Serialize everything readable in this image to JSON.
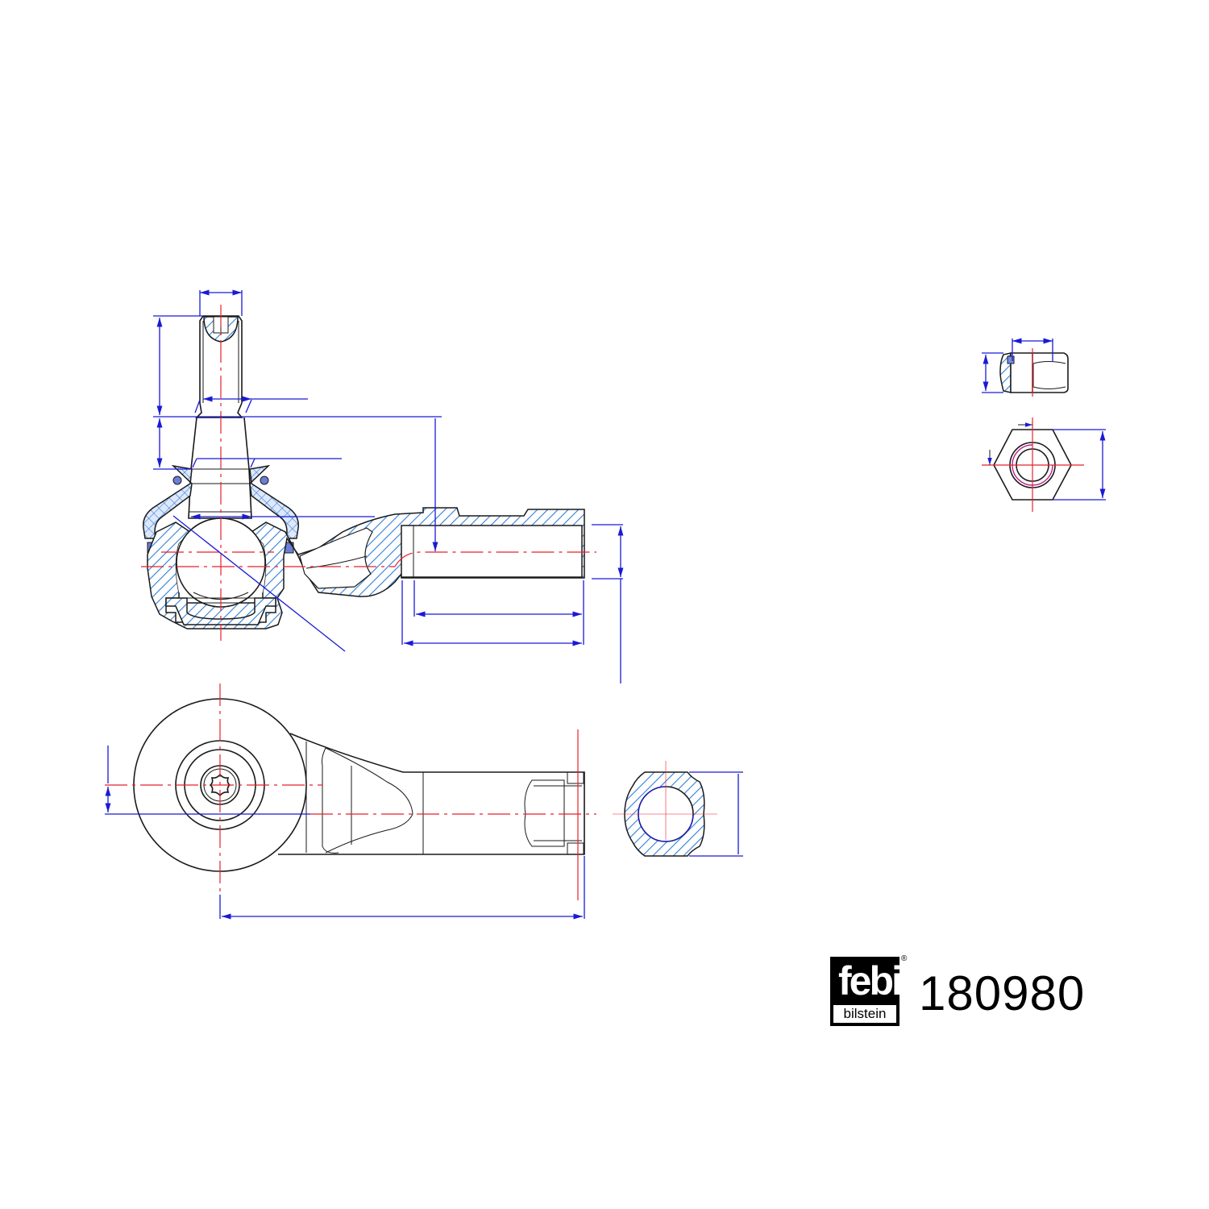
{
  "drawing": {
    "subject": "Tie rod end technical drawing",
    "views": [
      "side-section-view",
      "top-view",
      "thread-end-section",
      "lock-nut-side-view",
      "lock-nut-front-view"
    ]
  },
  "brand": {
    "logo_text": "febi",
    "logo_subtext": "bilstein",
    "registered_mark": "®"
  },
  "part": {
    "number": "180980"
  },
  "colors": {
    "outline": "#1a1a1a",
    "dimension": "#1a1ad6",
    "centerline": "#e8202a",
    "hatch": "#2f7fd8",
    "seal": "#6b7fd8",
    "nylon_insert": "#c0208c"
  }
}
